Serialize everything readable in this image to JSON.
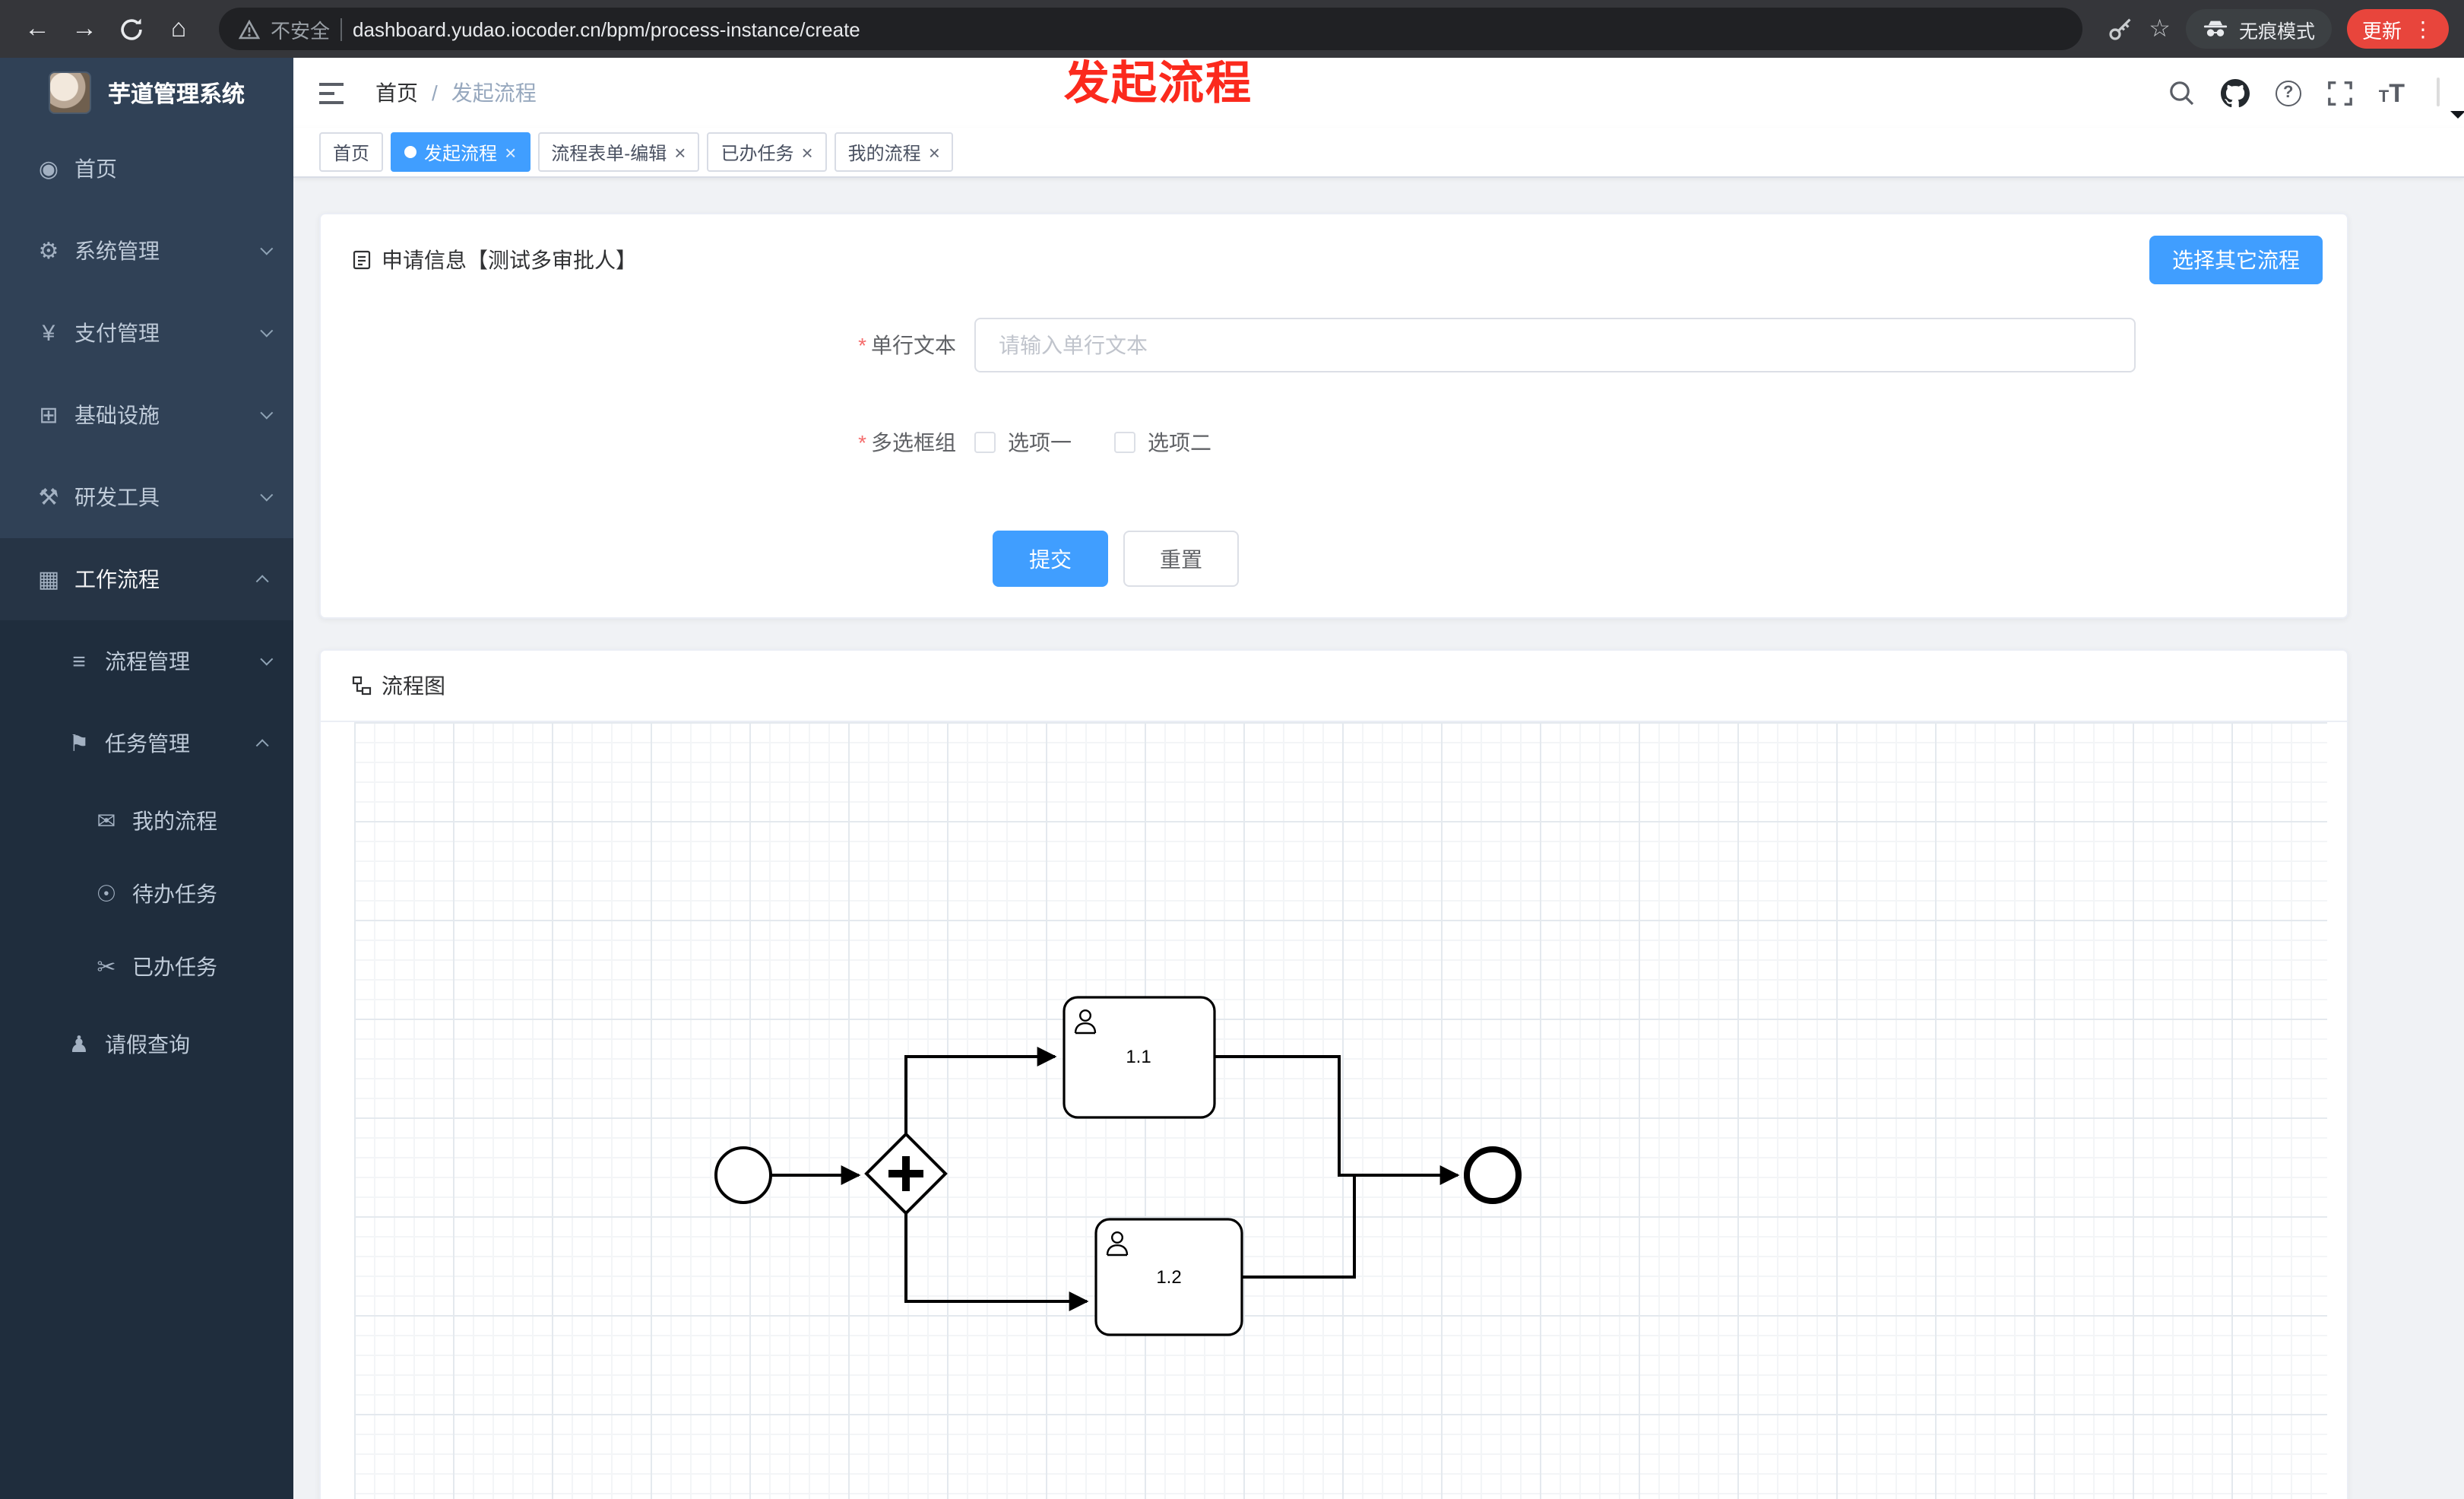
{
  "browser": {
    "security_label": "不安全",
    "url": "dashboard.yudao.iocoder.cn/bpm/process-instance/create",
    "incognito_label": "无痕模式",
    "update_label": "更新"
  },
  "annotation": {
    "text": "发起流程"
  },
  "glyphs": {
    "back": "←",
    "forward": "→",
    "home": "⌂",
    "star": "☆",
    "menu_dots": "⋮",
    "close": "×",
    "required": "*",
    "font_small": "T",
    "font_large": "T"
  },
  "sidebar": {
    "logo_title": "芋道管理系统",
    "items": [
      {
        "label": "首页",
        "icon": "dashboard-icon",
        "glyph": "◉",
        "chevron": "none"
      },
      {
        "label": "系统管理",
        "icon": "gear-icon",
        "glyph": "⚙",
        "chevron": "down"
      },
      {
        "label": "支付管理",
        "icon": "yen-icon",
        "glyph": "¥",
        "chevron": "down"
      },
      {
        "label": "基础设施",
        "icon": "grid-icon",
        "glyph": "⊞",
        "chevron": "down"
      },
      {
        "label": "研发工具",
        "icon": "tools-icon",
        "glyph": "⚒",
        "chevron": "down"
      },
      {
        "label": "工作流程",
        "icon": "workflow-icon",
        "glyph": "▦",
        "chevron": "up",
        "expanded": true
      }
    ],
    "submenu": [
      {
        "label": "流程管理",
        "icon": "list-icon",
        "glyph": "≡",
        "chevron": "down"
      },
      {
        "label": "任务管理",
        "icon": "flag-icon",
        "glyph": "⚑",
        "chevron": "up",
        "expanded": true
      }
    ],
    "task_children": [
      {
        "label": "我的流程",
        "icon": "message-icon",
        "glyph": "✉"
      },
      {
        "label": "待办任务",
        "icon": "eye-icon",
        "glyph": "☉"
      },
      {
        "label": "已办任务",
        "icon": "scissors-icon",
        "glyph": "✂"
      }
    ],
    "leave": {
      "label": "请假查询",
      "icon": "person-icon",
      "glyph": "♟"
    }
  },
  "header": {
    "breadcrumb": {
      "home": "首页",
      "separator": "/",
      "current": "发起流程"
    },
    "help_glyph": "?"
  },
  "tabs": [
    {
      "label": "首页",
      "active": false,
      "closable": false
    },
    {
      "label": "发起流程",
      "active": true,
      "closable": true
    },
    {
      "label": "流程表单-编辑",
      "active": false,
      "closable": true
    },
    {
      "label": "已办任务",
      "active": false,
      "closable": true
    },
    {
      "label": "我的流程",
      "active": false,
      "closable": true
    }
  ],
  "form_card": {
    "title": "申请信息【测试多审批人】",
    "select_other_label": "选择其它流程",
    "fields": [
      {
        "label": "单行文本",
        "required": true,
        "placeholder": "请输入单行文本",
        "value": ""
      },
      {
        "label": "多选框组",
        "required": true,
        "options": [
          {
            "label": "选项一",
            "checked": false
          },
          {
            "label": "选项二",
            "checked": false
          }
        ]
      }
    ],
    "submit_label": "提交",
    "reset_label": "重置"
  },
  "diagram_card": {
    "title": "流程图",
    "diagram": {
      "type": "bpmn",
      "nodes": [
        {
          "id": "start",
          "type": "start-event"
        },
        {
          "id": "gateway",
          "type": "parallel-gateway"
        },
        {
          "id": "task1",
          "type": "user-task",
          "label": "1.1"
        },
        {
          "id": "task2",
          "type": "user-task",
          "label": "1.2"
        },
        {
          "id": "end",
          "type": "end-event"
        }
      ]
    }
  },
  "colors": {
    "accent": "#409eff",
    "sidebar-bg": "#304156",
    "sidebar-sub-bg": "#1f2d3d",
    "content-bg": "#f0f2f5",
    "update-button": "#e8453c",
    "annotation": "#fb2a1d",
    "toolbar-bg": "#35363a",
    "urlbar-bg": "#202124"
  }
}
